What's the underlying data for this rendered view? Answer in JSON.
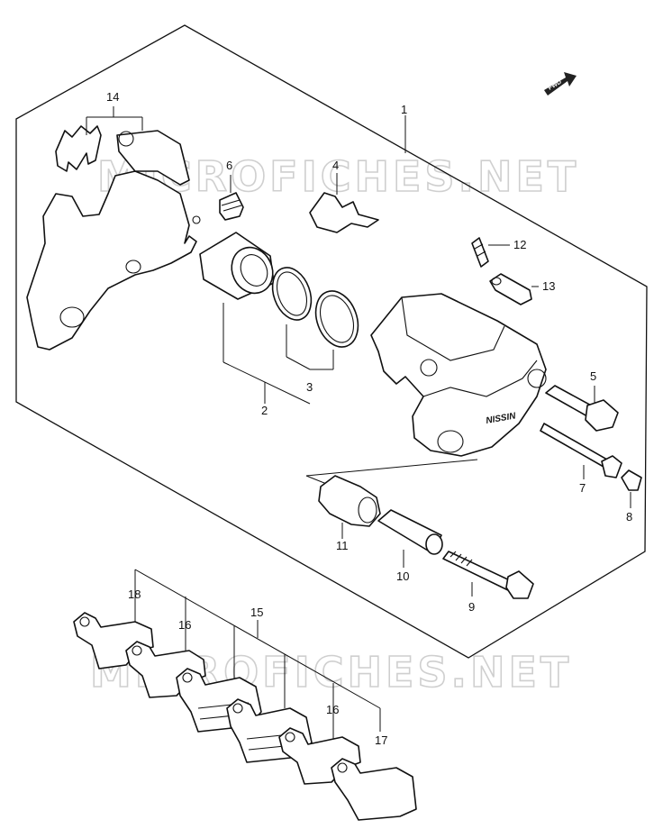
{
  "watermark": "MICROFICHES.NET",
  "fwd_label": "FWD",
  "callouts": {
    "c1": "1",
    "c2": "2",
    "c3": "3",
    "c4": "4",
    "c5": "5",
    "c6": "6",
    "c7": "7",
    "c8": "8",
    "c9": "9",
    "c10": "10",
    "c11": "11",
    "c12": "12",
    "c13": "13",
    "c14": "14",
    "c15": "15",
    "c16a": "16",
    "c16b": "16",
    "c17": "17",
    "c18": "18"
  },
  "nameplate": "NISSIN"
}
